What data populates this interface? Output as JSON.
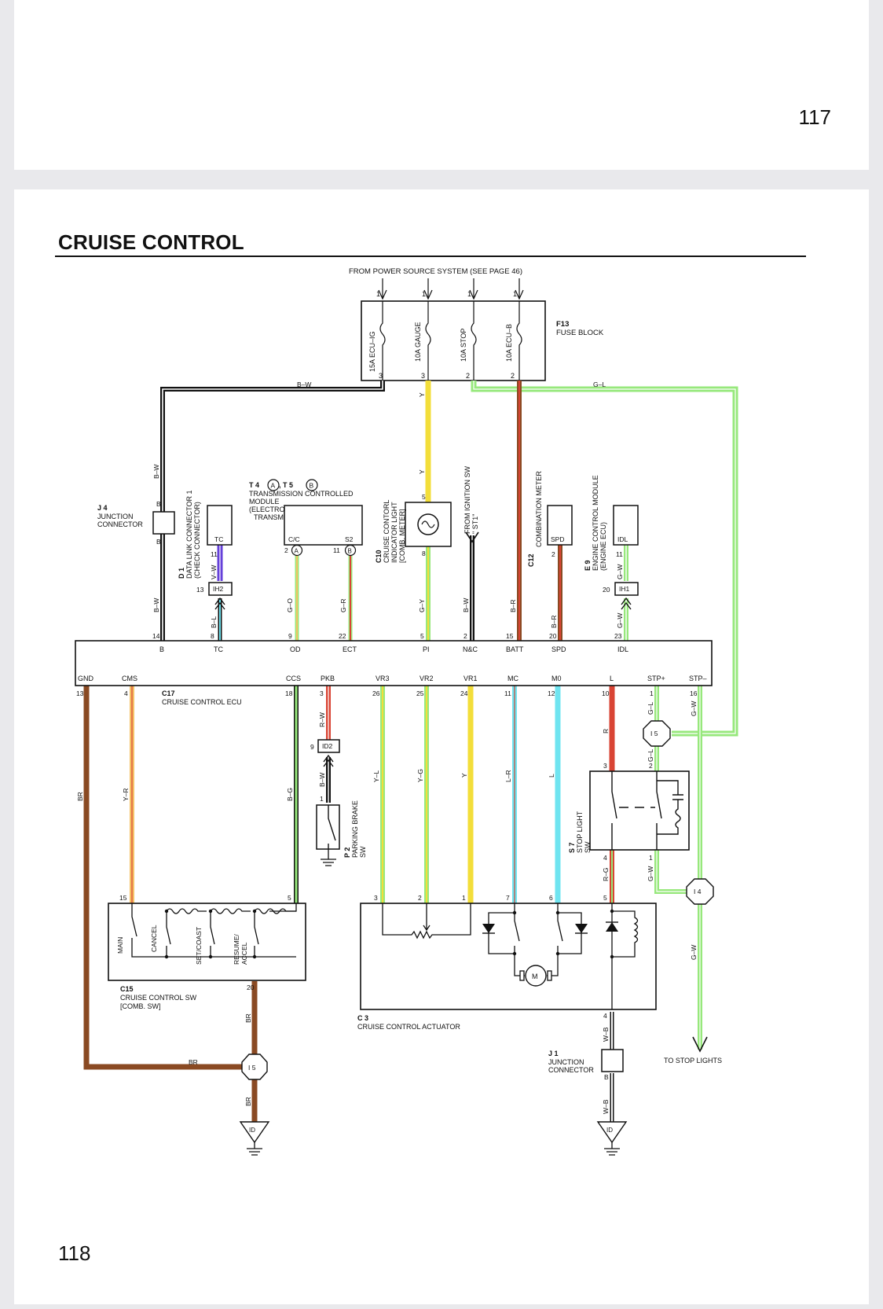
{
  "page": {
    "prev_number": "117",
    "number": "118",
    "title": "CRUISE CONTROL"
  },
  "diagram": {
    "source": "FROM POWER SOURCE SYSTEM (SEE PAGE 46)",
    "fuse_block": {
      "ref": "F13",
      "name": "FUSE BLOCK",
      "fuses": [
        "15A ECU–IG",
        "10A GAUGE",
        "10A STOP",
        "10A ECU–B"
      ]
    },
    "pins": {
      "one": "1",
      "two": "2",
      "three": "3",
      "four": "4",
      "five": "5",
      "six": "6",
      "seven": "7",
      "eight": "8",
      "nine": "9",
      "ten": "10",
      "eleven": "11",
      "twelve": "12",
      "thirteen": "13",
      "fourteen": "14",
      "fifteen": "15",
      "sixteen": "16",
      "eighteen": "18",
      "twenty": "20",
      "twentytwo": "22",
      "twentythree": "23",
      "twentyfour": "24",
      "twentyfive": "25",
      "twentysix": "26"
    },
    "wires": {
      "bw": "B–W",
      "gl": "G–L",
      "y": "Y",
      "vw": "V–W",
      "bl": "B–L",
      "go": "G–O",
      "gr": "G–R",
      "gy": "G–Y",
      "br_w": "B–R",
      "gw": "G–W",
      "br": "BR",
      "yr": "Y–R",
      "bg": "B–G",
      "rw": "R–W",
      "yl": "Y–L",
      "yg": "Y–G",
      "lr": "L–R",
      "l": "L",
      "r": "R",
      "rg": "R–G",
      "wb": "W–B",
      "b": "B"
    },
    "j4": {
      "ref": "J 4",
      "line1": "JUNCTION",
      "line2": "CONNECTOR"
    },
    "d1": {
      "ref": "D 1",
      "line1": "DATA LINK CONNECTOR 1",
      "line2": "(CHECK CONNECTOR)",
      "pin": "TC",
      "jc": "IH2"
    },
    "t4": {
      "ref": "T 4",
      "ref_a": "A",
      "sep": ", T 5",
      "ref_b": "B",
      "line1": "TRANSMISSION CONTROLLED",
      "line2": "MODULE",
      "line3": "(ELECTRONIC CONTROLLED",
      "line4": "TRANSMISSION ECU)",
      "pin_cc": "C/C",
      "pin_s2": "S2"
    },
    "c10": {
      "ref": "C10",
      "line1": "CRUISE CONTORL",
      "line2": "INDICATOR LIGHT",
      "line3": "[COMB. METER]"
    },
    "ign": {
      "line1": "FROM IGNITION SW",
      "line2": "\" ST1\""
    },
    "c12": {
      "ref": "C12",
      "name": "COMBINATION METER",
      "pin": "SPD"
    },
    "e9": {
      "ref": "E 9",
      "line1": "ENGINE CONTROL MODULE",
      "line2": "(ENGINE ECU)",
      "pin": "IDL",
      "jc": "IH1"
    },
    "ecu": {
      "ref": "C17",
      "name": "CRUISE CONTROL ECU",
      "top_pins": [
        "B",
        "TC",
        "OD",
        "ECT",
        "PI",
        "N&C",
        "BATT",
        "SPD",
        "IDL"
      ],
      "bottom_pins": [
        "GND",
        "CMS",
        "CCS",
        "PKB",
        "VR3",
        "VR2",
        "VR1",
        "MC",
        "M0",
        "L",
        "STP+",
        "STP–"
      ]
    },
    "id2": "ID2",
    "p2": {
      "ref": "P 2",
      "line1": "PARKING BRAKE",
      "line2": "SW"
    },
    "s7": {
      "ref": "S 7",
      "line1": "STOP LIGHT",
      "line2": "SW"
    },
    "i5": "I 5",
    "i4": "I 4",
    "c15": {
      "ref": "C15",
      "line1": "CRUISE CONTROL SW",
      "line2": "[COMB.  SW]",
      "switches": [
        "MAIN",
        "CANCEL",
        "SET/COAST",
        "RESUME/",
        "ACCEL"
      ]
    },
    "c3": {
      "ref": "C 3",
      "name": "CRUISE CONTROL ACTUATOR",
      "motor": "M"
    },
    "j1": {
      "ref": "J 1",
      "line1": "JUNCTION",
      "line2": "CONNECTOR"
    },
    "stop_lights": "TO STOP LIGHTS",
    "ground": "ID",
    "colors": {
      "black": "#111111",
      "yellow": "#f3de3a",
      "green": "#97e87c",
      "brown": "#8a4a23",
      "red": "#d94434",
      "cyan": "#6fe4f0",
      "violet": "#6540d9",
      "orange": "#f5c266"
    }
  }
}
